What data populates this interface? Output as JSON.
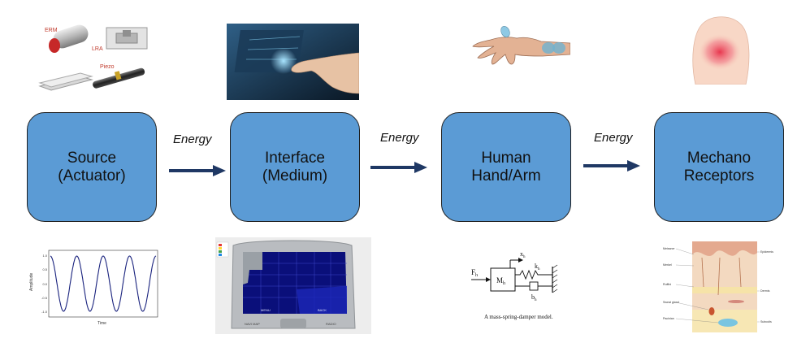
{
  "stages": [
    {
      "line1": "Source",
      "line2": "(Actuator)"
    },
    {
      "line1": "Interface",
      "line2": "(Medium)"
    },
    {
      "line1": "Human",
      "line2": "Hand/Arm"
    },
    {
      "line1": "Mechano",
      "line2": "Receptors"
    }
  ],
  "energy_label": "Energy",
  "actuator_labels": {
    "erm": "ERM",
    "lra": "LRA",
    "piezo": "Piezo"
  },
  "msd_model": {
    "force": "F",
    "force_sub": "h",
    "mass": "M",
    "mass_sub": "h",
    "displacement": "x",
    "displacement_sub": "h",
    "spring": "k",
    "spring_sub": "h",
    "damper": "b",
    "damper_sub": "h",
    "caption": "A mass-spring-damper model."
  },
  "wave_chart": {
    "ylabel": "Amplitude",
    "xlabel": "Time",
    "ytick_labels": [
      "1.0",
      "0.5",
      "0.0",
      "-0.5",
      "-1.0"
    ]
  },
  "dashboard": {
    "menu": "MENU",
    "back": "BACK",
    "nav": "NAVI MAP",
    "radio": "RADIO"
  },
  "skin_labels": {
    "left": [
      "Meissner",
      "Merkel",
      "Ruffini",
      "Sweat gland",
      "Pacinian"
    ],
    "right": [
      "Epidermis",
      "Dermis",
      "Subcutis"
    ]
  },
  "colors": {
    "box_fill": "#5b9bd5",
    "arrow": "#1f3864"
  }
}
